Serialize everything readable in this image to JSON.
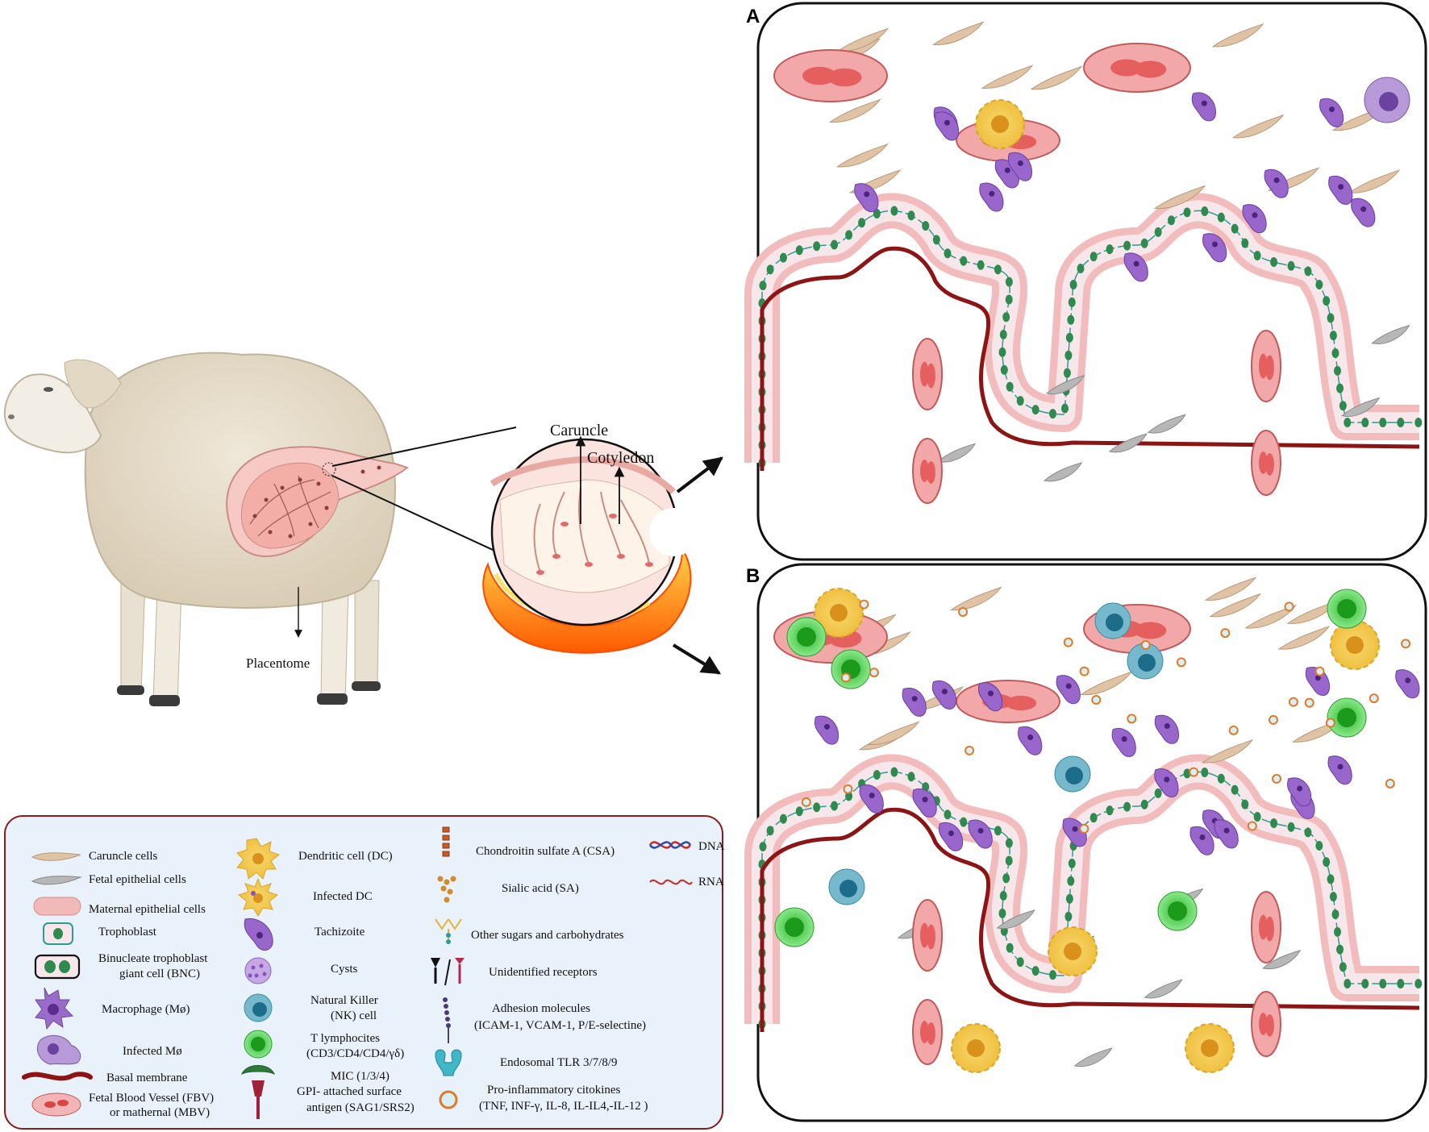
{
  "labels": {
    "caruncle": "Caruncle",
    "cotyledon": "Cotyledon",
    "placentome": "Placentome"
  },
  "panels": [
    {
      "letter": "A"
    },
    {
      "letter": "B"
    }
  ],
  "legend": {
    "col1": [
      {
        "id": "caruncle-cells",
        "text": "Caruncle cells"
      },
      {
        "id": "fetal-epithelial",
        "text": "Fetal epithelial cells"
      },
      {
        "id": "maternal-epithelial",
        "text": "Maternal epithelial cells"
      },
      {
        "id": "trophoblast",
        "text": "Trophoblast"
      },
      {
        "id": "bnc",
        "text": "Binucleate trophoblast",
        "text2": "giant cell (BNC)"
      },
      {
        "id": "macrophage",
        "text": "Macrophage (Mø)"
      },
      {
        "id": "infected-mo",
        "text": "Infected Mø"
      },
      {
        "id": "basal-membrane",
        "text": "Basal membrane"
      },
      {
        "id": "blood-vessel",
        "text": "Fetal Blood Vessel (FBV)",
        "text2": "or mathernal (MBV)"
      }
    ],
    "col2": [
      {
        "id": "dc",
        "text": "Dendritic cell (DC)"
      },
      {
        "id": "infected-dc",
        "text": "Infected DC"
      },
      {
        "id": "tachizoite",
        "text": "Tachizoite"
      },
      {
        "id": "cysts",
        "text": "Cysts"
      },
      {
        "id": "nk",
        "text": "Natural Killer",
        "text2": "(NK) cell"
      },
      {
        "id": "tlymph",
        "text": "T lymphocites",
        "text2": "(CD3/CD4/CD4/γδ)"
      },
      {
        "id": "mic",
        "text": "MIC (1/3/4)",
        "text2": "GPI- attached  surface",
        "text3": "antigen (SAG1/SRS2)"
      }
    ],
    "col3": [
      {
        "id": "csa",
        "text": "Chondroitin sulfate A (CSA)"
      },
      {
        "id": "sa",
        "text": "Sialic acid (SA)"
      },
      {
        "id": "sugars",
        "text": "Other sugars and carbohydrates"
      },
      {
        "id": "receptors",
        "text": "Unidentified receptors"
      },
      {
        "id": "adhesion",
        "text": "Adhesion molecules",
        "text2": "(ICAM-1, VCAM-1, P/E-selectine)"
      },
      {
        "id": "tlr",
        "text": "Endosomal TLR 3/7/8/9"
      },
      {
        "id": "cytokines",
        "text": "Pro-inflammatory citokines",
        "text2": "(TNF, INF-γ, IL-8, IL-IL4,-IL-12 )"
      }
    ],
    "col4": [
      {
        "id": "dna",
        "text": "DNA"
      },
      {
        "id": "rna",
        "text": "RNA"
      }
    ]
  },
  "colors": {
    "caruncle": "#e0c3a5",
    "fetal": "#b7b7b7",
    "maternal": "#f2b9b9",
    "trophoblast_fill": "#f7e6ea",
    "trophoblast_stroke": "#2e9b95",
    "nucleus": "#2f8a4f",
    "tachizoite": "#9966cc",
    "basal": "#8c1414",
    "vessel": "#e65f5f",
    "dc": "#f3c74f",
    "nk": "#4a9fb8",
    "tcell": "#4fd04f",
    "legend_bg": "#e9f1fa",
    "legend_border": "#8a1d1d"
  }
}
